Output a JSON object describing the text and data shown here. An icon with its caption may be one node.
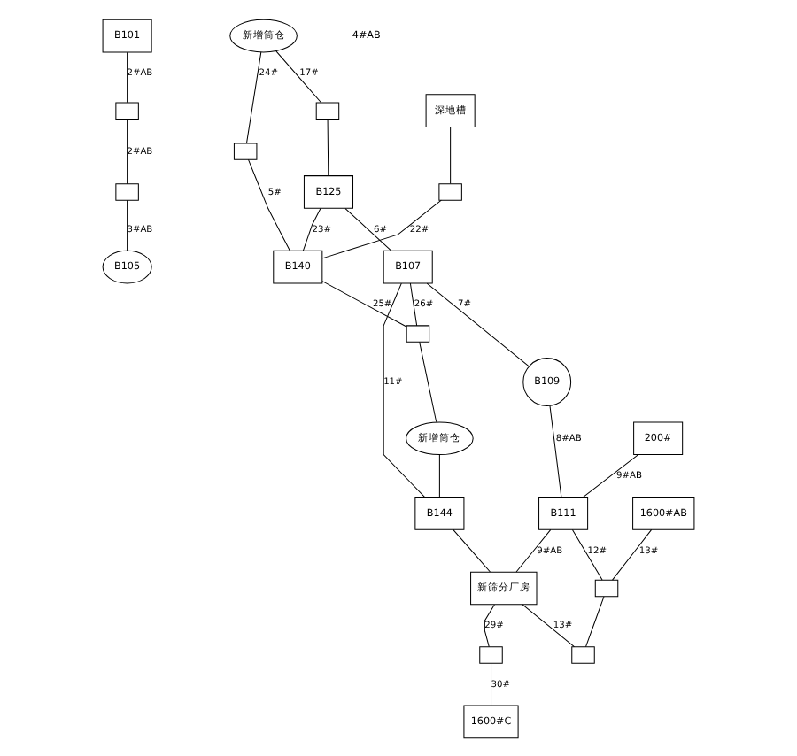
{
  "diagram": {
    "nodes": [
      {
        "text": [
          "B101"
        ]
      },
      {
        "text": [
          "深地槽"
        ]
      },
      {
        "text": [],
        "shape": "box"
      },
      {
        "text": [],
        "shape": "box"
      },
      {
        "text": [
          "新增筒仓"
        ]
      },
      {
        "text": [],
        "shape": "box"
      },
      {
        "text": [],
        "shape": "box"
      },
      {
        "text": [
          "B125"
        ]
      },
      {
        "text": [],
        "shape": "box"
      },
      {
        "text": [
          "B140"
        ]
      },
      {
        "text": [
          "B105"
        ]
      },
      {
        "text": [
          "B107"
        ]
      },
      {
        "text": [],
        "shape": "box"
      },
      {
        "text": [
          "B109"
        ]
      },
      {
        "text": [
          "新增筒仓"
        ]
      },
      {
        "text": [
          "B144"
        ]
      },
      {
        "text": [
          "B111"
        ]
      },
      {
        "text": [
          "新筛分厂房"
        ]
      },
      {
        "text": [
          "200#"
        ]
      },
      {
        "text": [
          "1600#AB"
        ]
      },
      {
        "text": [],
        "shape": "box"
      },
      {
        "text": [],
        "shape": "box"
      },
      {
        "text": [],
        "shape": "box"
      },
      {
        "text": [
          "1600#C"
        ]
      }
    ],
    "edges": [
      {
        "from": 0,
        "to": 2,
        "arrow": "none",
        "label": "2#AB"
      },
      {
        "from": 2,
        "to": 3,
        "arrow": "none",
        "label": "2#AB"
      },
      {
        "from": 3,
        "to": 10,
        "arrow": "none",
        "label": "3#AB"
      },
      {
        "from": 4,
        "to": 6,
        "arrow": "none",
        "label": "17#"
      },
      {
        "from": 4,
        "to": 5,
        "arrow": "none",
        "label": "24#"
      },
      {
        "from": 6,
        "to": 7,
        "arrow": "none"
      },
      {
        "from": 5,
        "to": 9,
        "arrow": "none",
        "label": "5#"
      },
      {
        "from": 1,
        "to": 8,
        "arrow": "none"
      },
      {
        "from": 8,
        "to": 9,
        "arrow": "none",
        "label": "22#"
      },
      {
        "from": 7,
        "to": 9,
        "arrow": "none",
        "label": "23#"
      },
      {
        "from": 7,
        "to": 11,
        "arrow": "none",
        "label": "6#"
      },
      {
        "from": 9,
        "to": 12,
        "arrow": "none",
        "label": "25#"
      },
      {
        "from": 11,
        "to": 12,
        "arrow": "none",
        "label": "26#"
      },
      {
        "from": 12,
        "to": 14,
        "arrow": "none"
      },
      {
        "from": 11,
        "to": 13,
        "arrow": "none",
        "label": "7#"
      },
      {
        "from": 11,
        "to": 15,
        "arrow": "none",
        "label": "11#"
      },
      {
        "from": 14,
        "to": 15,
        "arrow": "none"
      },
      {
        "from": 13,
        "to": 16,
        "arrow": "none",
        "label": "8#AB"
      },
      {
        "from": 18,
        "to": 16,
        "arrow": "none",
        "label": "9#AB"
      },
      {
        "from": 16,
        "to": 17,
        "arrow": "none",
        "label": "9#AB"
      },
      {
        "from": 15,
        "to": 17,
        "arrow": "none"
      },
      {
        "from": 16,
        "to": 20,
        "arrow": "none",
        "label": "12#"
      },
      {
        "from": 19,
        "to": 20,
        "arrow": "none",
        "label": "13#"
      },
      {
        "from": 17,
        "to": 21,
        "arrow": "none",
        "label": "13#"
      },
      {
        "from": 20,
        "to": 21,
        "arrow": "none"
      },
      {
        "from": 17,
        "to": 22,
        "arrow": "none",
        "label": "29#"
      },
      {
        "from": 22,
        "to": 23,
        "arrow": "none",
        "label": "30#"
      }
    ],
    "labels": [
      "4#AB"
    ]
  }
}
